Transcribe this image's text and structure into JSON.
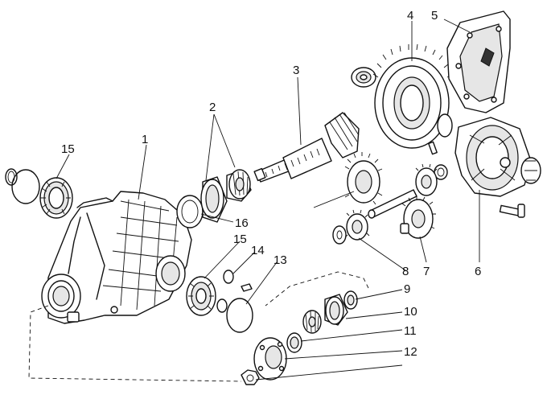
{
  "diagram": {
    "callouts": [
      {
        "id": "c1",
        "label": "1"
      },
      {
        "id": "c2",
        "label": "2"
      },
      {
        "id": "c3",
        "label": "3"
      },
      {
        "id": "c4",
        "label": "4"
      },
      {
        "id": "c5",
        "label": "5"
      },
      {
        "id": "c6",
        "label": "6"
      },
      {
        "id": "c7",
        "label": "7"
      },
      {
        "id": "c8",
        "label": "8"
      },
      {
        "id": "c9",
        "label": "9"
      },
      {
        "id": "c10",
        "label": "10"
      },
      {
        "id": "c11",
        "label": "11"
      },
      {
        "id": "c12",
        "label": "12"
      },
      {
        "id": "c13",
        "label": "13"
      },
      {
        "id": "c14",
        "label": "14"
      },
      {
        "id": "c15a",
        "label": "15"
      },
      {
        "id": "c15b",
        "label": "15"
      },
      {
        "id": "c16",
        "label": "16"
      }
    ],
    "colors": {
      "ink": "#111111",
      "paper": "#ffffff",
      "shade": "#e6e6e6"
    }
  }
}
